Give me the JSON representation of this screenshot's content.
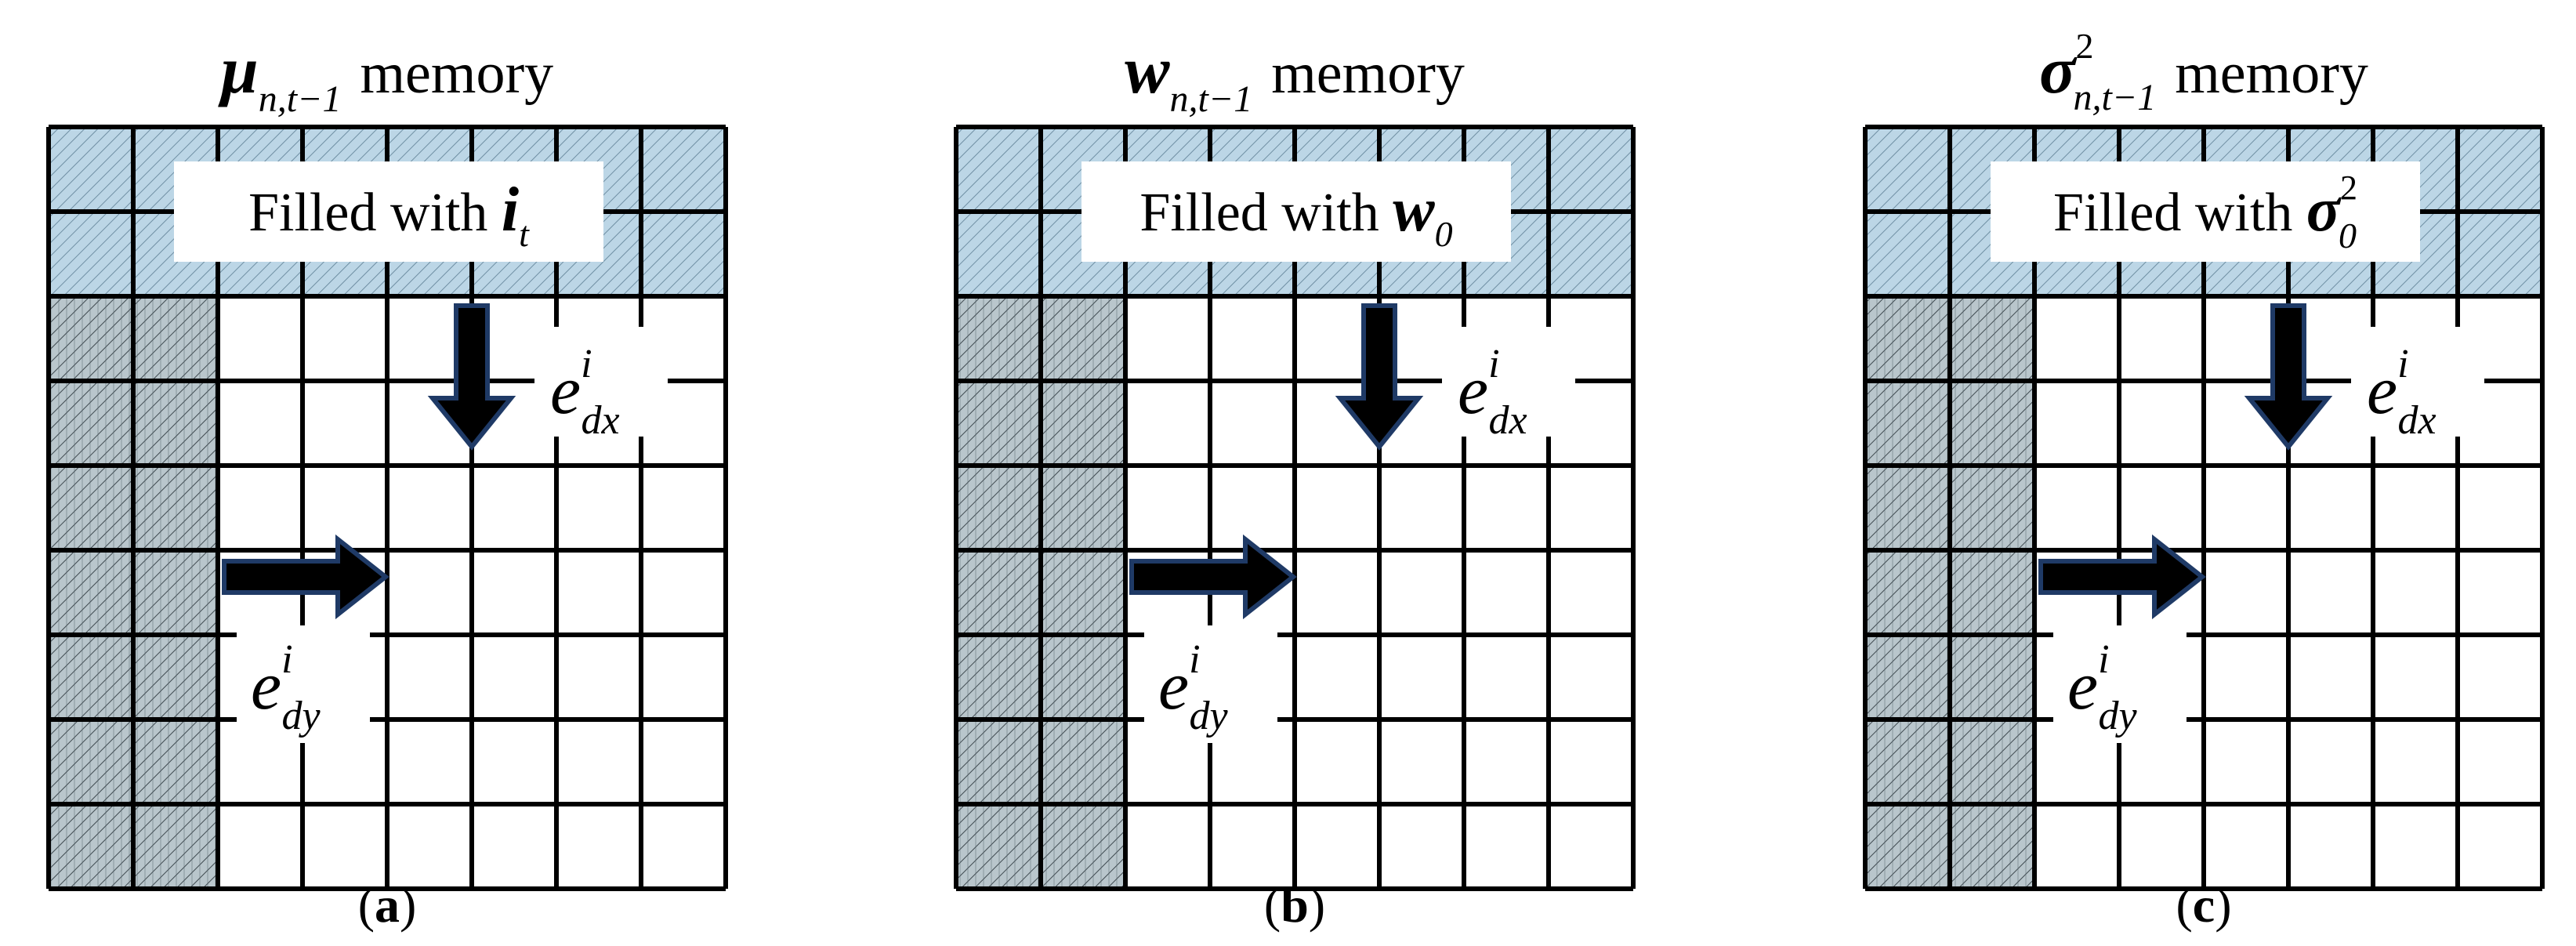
{
  "panels": [
    {
      "id": "a",
      "title": {
        "symbol": "μ",
        "sub": "n,t−1",
        "sup": "",
        "word": "memory"
      },
      "fill_label": {
        "prefix": "Filled with ",
        "symbol": "i",
        "sub": "t",
        "sup": ""
      },
      "dx_label": {
        "base": "e",
        "sup": "i",
        "sub": "dx"
      },
      "dy_label": {
        "base": "e",
        "sup": "i",
        "sub": "dy"
      },
      "caption": {
        "open": "(",
        "letter": "a",
        "close": ")"
      }
    },
    {
      "id": "b",
      "title": {
        "symbol": "w",
        "sub": "n,t−1",
        "sup": "",
        "word": "memory"
      },
      "fill_label": {
        "prefix": "Filled with ",
        "symbol": "w",
        "sub": "0",
        "sup": ""
      },
      "dx_label": {
        "base": "e",
        "sup": "i",
        "sub": "dx"
      },
      "dy_label": {
        "base": "e",
        "sup": "i",
        "sub": "dy"
      },
      "caption": {
        "open": "(",
        "letter": "b",
        "close": ")"
      }
    },
    {
      "id": "c",
      "title": {
        "symbol": "σ",
        "sub": "n,t−1",
        "sup": "2",
        "word": "memory"
      },
      "fill_label": {
        "prefix": "Filled with ",
        "symbol": "σ",
        "sub": "0",
        "sup": "2"
      },
      "dx_label": {
        "base": "e",
        "sup": "i",
        "sub": "dx"
      },
      "dy_label": {
        "base": "e",
        "sup": "i",
        "sub": "dy"
      },
      "caption": {
        "open": "(",
        "letter": "c",
        "close": ")"
      }
    }
  ],
  "grid": {
    "columns": 8,
    "rows": 9,
    "shifted_rows": 2,
    "shifted_columns": 2
  },
  "colors": {
    "grid_line": "#000000",
    "top_fill": "#bcd6e6",
    "left_fill": "#b9c6cc",
    "arrow_fill": "#000000",
    "arrow_outline": "#1f3a66",
    "label_bg": "#ffffff"
  }
}
